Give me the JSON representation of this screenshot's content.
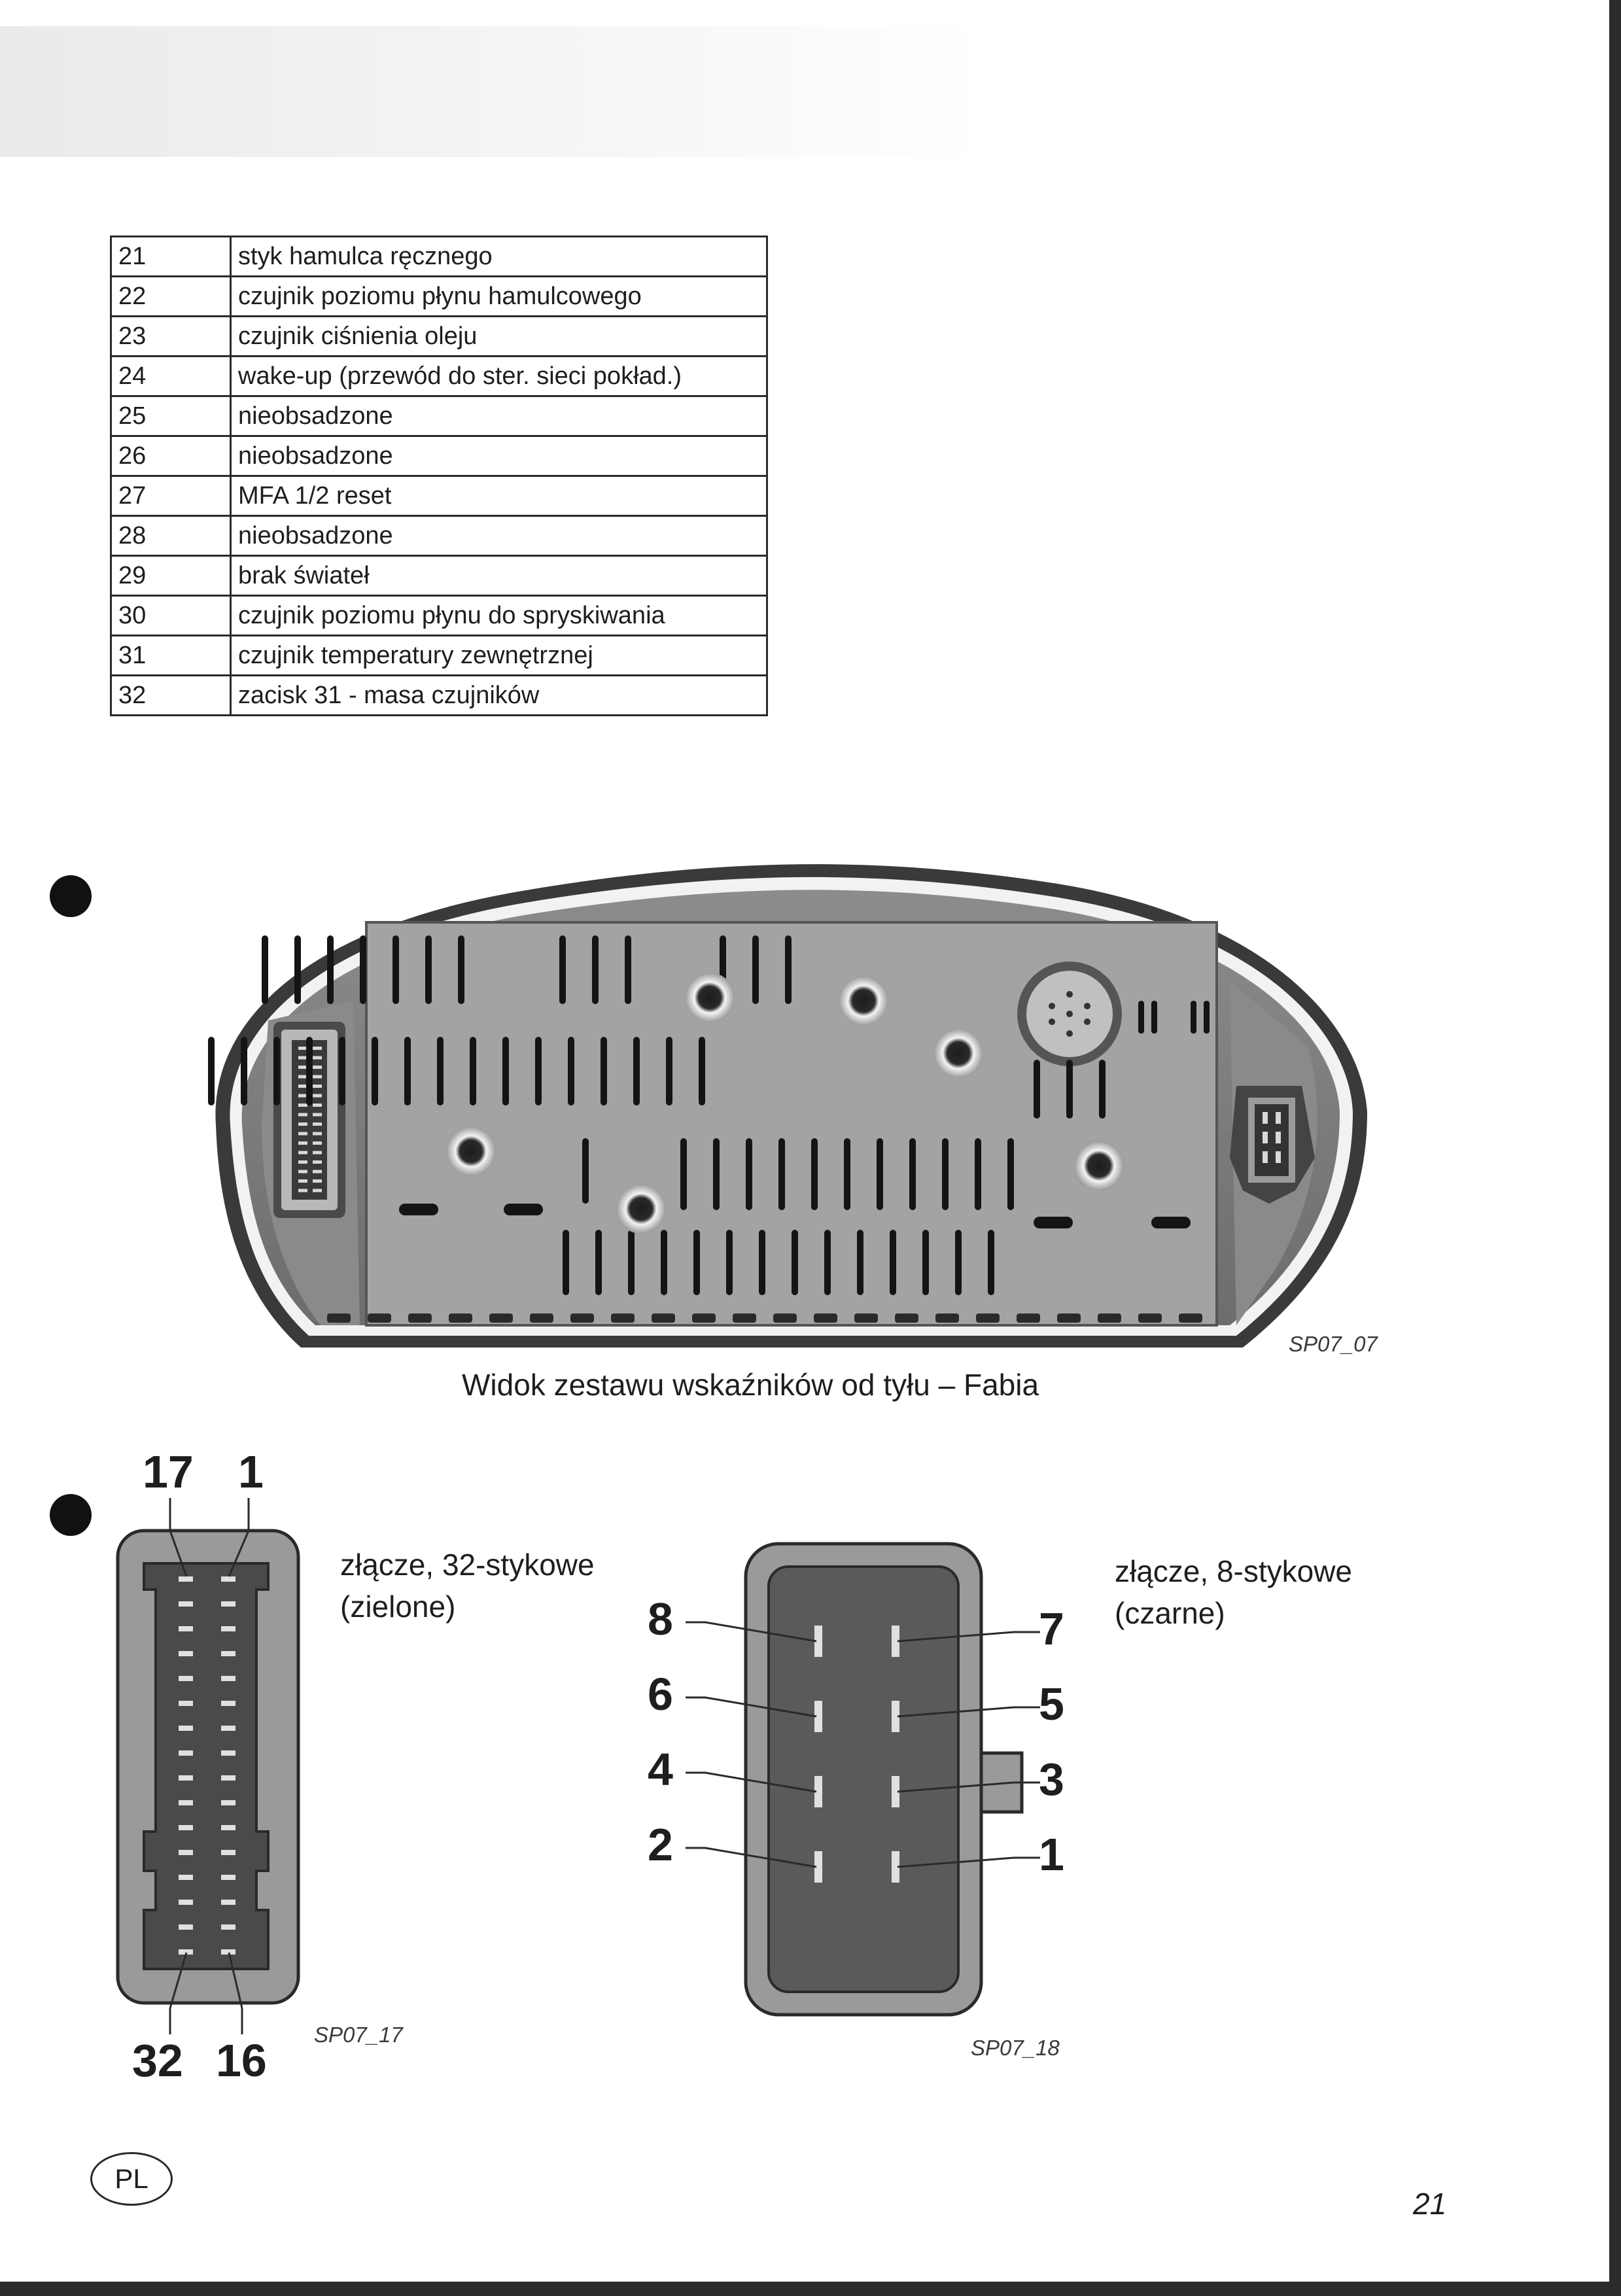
{
  "pin_table": {
    "rows": [
      {
        "pin": "21",
        "description": "styk hamulca ręcznego"
      },
      {
        "pin": "22",
        "description": "czujnik poziomu płynu hamulcowego"
      },
      {
        "pin": "23",
        "description": "czujnik ciśnienia oleju"
      },
      {
        "pin": "24",
        "description": "wake-up (przewód do ster. sieci pokład.)"
      },
      {
        "pin": "25",
        "description": "nieobsadzone"
      },
      {
        "pin": "26",
        "description": "nieobsadzone"
      },
      {
        "pin": "27",
        "description": "MFA 1/2 reset"
      },
      {
        "pin": "28",
        "description": "nieobsadzone"
      },
      {
        "pin": "29",
        "description": "brak świateł"
      },
      {
        "pin": "30",
        "description": "czujnik poziomu płynu do spryskiwania"
      },
      {
        "pin": "31",
        "description": "czujnik temperatury zewnętrznej"
      },
      {
        "pin": "32",
        "description": "zacisk 31 - masa czujników"
      }
    ]
  },
  "cluster_figure": {
    "caption": "Widok zestawu wskaźników od tyłu – Fabia",
    "ref": "SP07_07"
  },
  "connector_32": {
    "label_line1": "złącze, 32-stykowe",
    "label_line2": "(zielone)",
    "ref": "SP07_17",
    "pins": {
      "top_left": "17",
      "top_right": "1",
      "bottom_left": "32",
      "bottom_right": "16"
    }
  },
  "connector_8": {
    "label_line1": "złącze, 8-stykowe",
    "label_line2": "(czarne)",
    "ref": "SP07_18",
    "pins_left": [
      "8",
      "6",
      "4",
      "2"
    ],
    "pins_right": [
      "7",
      "5",
      "3",
      "1"
    ]
  },
  "footer": {
    "language": "PL",
    "page_number": "21"
  }
}
